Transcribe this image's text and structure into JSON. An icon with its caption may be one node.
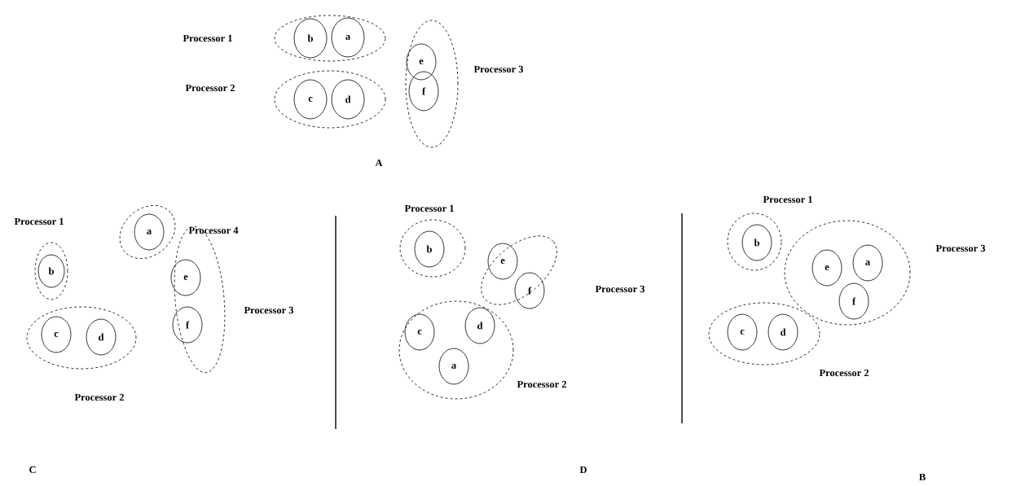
{
  "diagram": {
    "nodes": [
      {
        "text": [
          "Processor 1"
        ]
      },
      {
        "text": [
          "b"
        ],
        "in": 0
      },
      {
        "text": [
          "a"
        ],
        "in": 0
      },
      {
        "text": [
          "Processor 2"
        ]
      },
      {
        "text": [
          "c"
        ],
        "in": 3
      },
      {
        "text": [
          "d"
        ],
        "in": 3
      },
      {
        "text": [
          "Processor 3"
        ]
      },
      {
        "text": [
          "e"
        ],
        "in": 6
      },
      {
        "text": [
          "f"
        ],
        "in": 6
      },
      {
        "text": [
          "Processor 1"
        ]
      },
      {
        "text": [
          "b"
        ],
        "in": 9
      },
      {
        "text": [
          "Processor 4"
        ]
      },
      {
        "text": [
          "a"
        ],
        "in": 11
      },
      {
        "text": [
          "Processor 3"
        ]
      },
      {
        "text": [
          "e"
        ],
        "in": 13
      },
      {
        "text": [
          "f"
        ],
        "in": 13
      },
      {
        "text": [
          "Processor 2"
        ]
      },
      {
        "text": [
          "c"
        ],
        "in": 16
      },
      {
        "text": [
          "d"
        ],
        "in": 16
      },
      {
        "text": [
          "Processor 1"
        ]
      },
      {
        "text": [
          "b"
        ],
        "in": 19
      },
      {
        "text": [
          "Processor 3"
        ]
      },
      {
        "text": [
          "e"
        ],
        "in": 21
      },
      {
        "text": [
          "f"
        ],
        "in": 21
      },
      {
        "text": [
          "Processor 2"
        ]
      },
      {
        "text": [
          "c"
        ],
        "in": 24
      },
      {
        "text": [
          "d"
        ],
        "in": 24
      },
      {
        "text": [
          "a"
        ],
        "in": 24
      },
      {
        "text": [
          "Processor 1"
        ]
      },
      {
        "text": [
          "b"
        ],
        "in": 28
      },
      {
        "text": [
          "Processor 3"
        ]
      },
      {
        "text": [
          "e"
        ],
        "in": 30
      },
      {
        "text": [
          "a"
        ],
        "in": 30
      },
      {
        "text": [
          "f"
        ],
        "in": 30
      },
      {
        "text": [
          "Processor 2"
        ]
      },
      {
        "text": [
          "c"
        ],
        "in": 34
      },
      {
        "text": [
          "d"
        ],
        "in": 34
      }
    ],
    "labels": [
      "A",
      "C",
      "D",
      "B"
    ]
  }
}
